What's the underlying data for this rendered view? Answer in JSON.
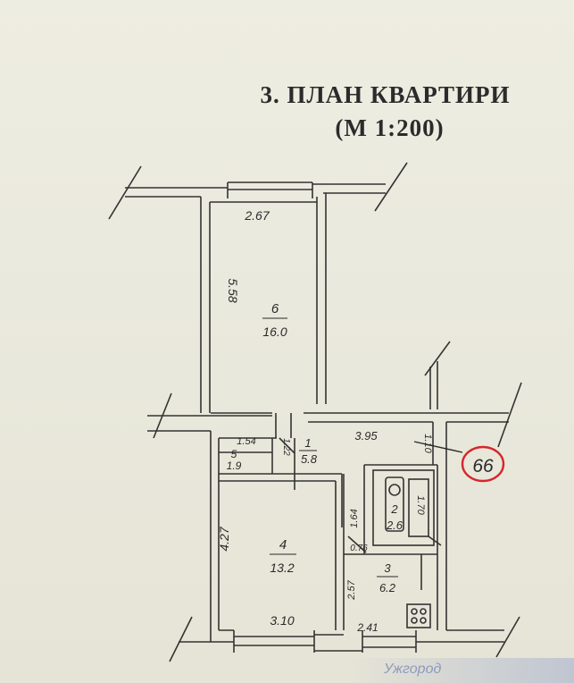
{
  "title": {
    "line1": "3. ПЛАН КВАРТИРИ",
    "line2": "(М 1:200)"
  },
  "rooms": [
    {
      "id": "room-6",
      "number": "6",
      "area": "16.0"
    },
    {
      "id": "room-5",
      "number": "5",
      "area": "1.9"
    },
    {
      "id": "room-1",
      "number": "1",
      "area": "5.8"
    },
    {
      "id": "room-4",
      "number": "4",
      "area": "13.2"
    },
    {
      "id": "room-2",
      "number": "2",
      "area": "2.6"
    },
    {
      "id": "room-3",
      "number": "3",
      "area": "6.2"
    }
  ],
  "dimensions": {
    "room6_width": "2.67",
    "room6_length": "5.58",
    "room5_width": "1.54",
    "hall_small": "1.22",
    "hall_length": "3.95",
    "hall_depth": "1.10",
    "room4_height": "4.27",
    "room4_width": "3.10",
    "bath_height": "1.64",
    "bath_width": "1.70",
    "small_076": "0.76",
    "kitchen_height": "2.57",
    "kitchen_width": "2.41"
  },
  "stamp": {
    "circle_number": "66",
    "bottom_text": "Ужгород"
  },
  "colors": {
    "paper": "#ecebdf",
    "ink": "#2a2a2a",
    "stamp_red": "#d6262c"
  }
}
